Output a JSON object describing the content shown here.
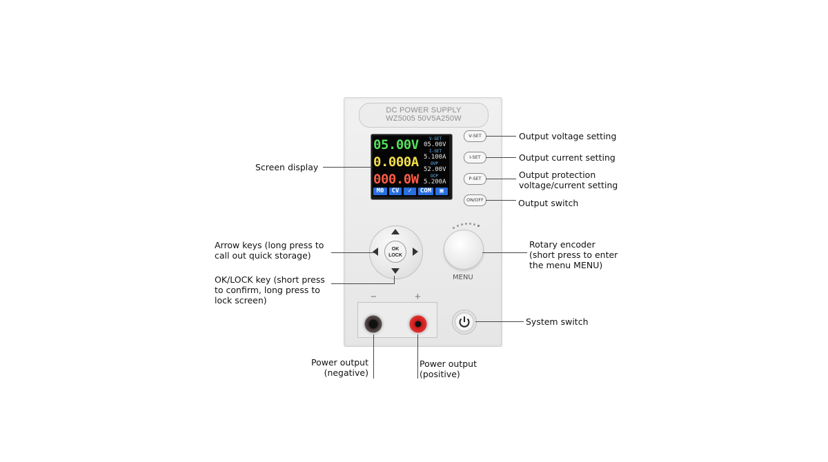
{
  "device": {
    "plate_line1": "DC POWER SUPPLY",
    "plate_line2": "WZ5005   50V5A250W",
    "menu_label": "MENU",
    "minus_sign": "−",
    "plus_sign": "+",
    "ok_label": "OK",
    "lock_label": "LOCK"
  },
  "screen": {
    "voltage": "05.00V",
    "current": "0.000A",
    "power": "000.0W",
    "vset_label": "V-SET",
    "vset_value": "05.00V",
    "iset_label": "I-SET",
    "iset_value": "5.100A",
    "ovp_label": "OVP",
    "ovp_value": "52.00V",
    "ocp_label": "OCP",
    "ocp_value": "5.200A",
    "status": [
      "M0",
      "CV",
      "✓",
      "COM",
      "▣"
    ]
  },
  "buttons": {
    "vset": "V-SET",
    "iset": "I-SET",
    "pset": "P-SET",
    "onoff": "ON/OFF"
  },
  "callouts": {
    "voltage_setting": "Output voltage setting",
    "current_setting": "Output current setting",
    "protection_1": "Output protection",
    "protection_2": "voltage/current setting",
    "output_switch": "Output switch",
    "screen_display": "Screen display",
    "arrow_1": "Arrow keys (long press to",
    "arrow_2": "call out quick storage)",
    "ok_1": "OK/LOCK key (short press",
    "ok_2": "to confirm, long press to",
    "ok_3": "lock screen)",
    "rotary_1": "Rotary encoder",
    "rotary_2": "(short press to enter",
    "rotary_3": "the menu MENU)",
    "system_switch": "System switch",
    "neg_1": "Power output",
    "neg_2": "(negative)",
    "pos_1": "Power output",
    "pos_2": "(positive)"
  },
  "colors": {
    "voltage": "#54e05c",
    "current": "#f4e04a",
    "power": "#ff5c45",
    "status_bar": "#2a6fe0",
    "positive_post": "#e0312f"
  },
  "icons": {
    "power": "power-icon",
    "arrows": [
      "arrow-up-icon",
      "arrow-down-icon",
      "arrow-left-icon",
      "arrow-right-icon"
    ]
  }
}
